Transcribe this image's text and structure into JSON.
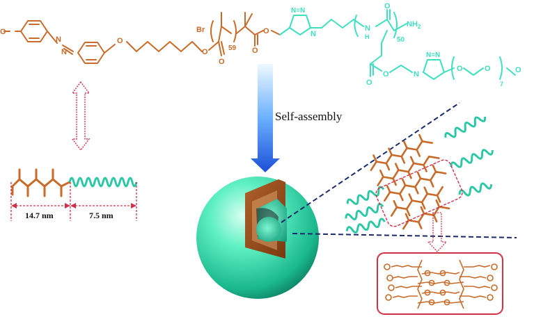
{
  "colors": {
    "orange": "#c96a28",
    "cyan": "#3fe0c0",
    "cyan_dark": "#1aa88c",
    "red_dash": "#d0304a",
    "blue_arrow_top": "#e6f4ff",
    "blue_arrow_bottom": "#1d5fe8",
    "navy_dash": "#1a2a6a",
    "sphere_light": "#b8ffe6",
    "sphere_mid": "#3fe8b4",
    "sphere_dark": "#0f8c6c",
    "shell_brown": "#9c4e18"
  },
  "molecule": {
    "methoxy_left": "O",
    "azo_n1": "N",
    "azo_n2": "N",
    "ether_o": "O",
    "ester_o1": "O",
    "ester_o2": "O",
    "br": "Br",
    "sub_59": "59",
    "ester_o3": "O",
    "ester_o4": "O",
    "triazole_n_top": "N=N",
    "triazole_n_ring": "N",
    "amide_nh": "N",
    "amide_h": "H",
    "amide_o": "O",
    "nh2": "NH",
    "nh2_sub": "2",
    "sub_50": "50",
    "side_o1": "O",
    "side_o2": "O",
    "side_triazole_top": "N=N",
    "side_triazole_n": "N",
    "peg_o1": "O",
    "peg_o2": "O",
    "peg_sub": "7",
    "peg_ome": "O"
  },
  "labels": {
    "self_assembly": "Self-assembly",
    "dim_left": "14.7 nm",
    "dim_right": "7.5 nm"
  },
  "icons": {
    "double_arrow": "hollow-double-arrow-icon",
    "down_arrow": "gradient-down-arrow-icon"
  }
}
